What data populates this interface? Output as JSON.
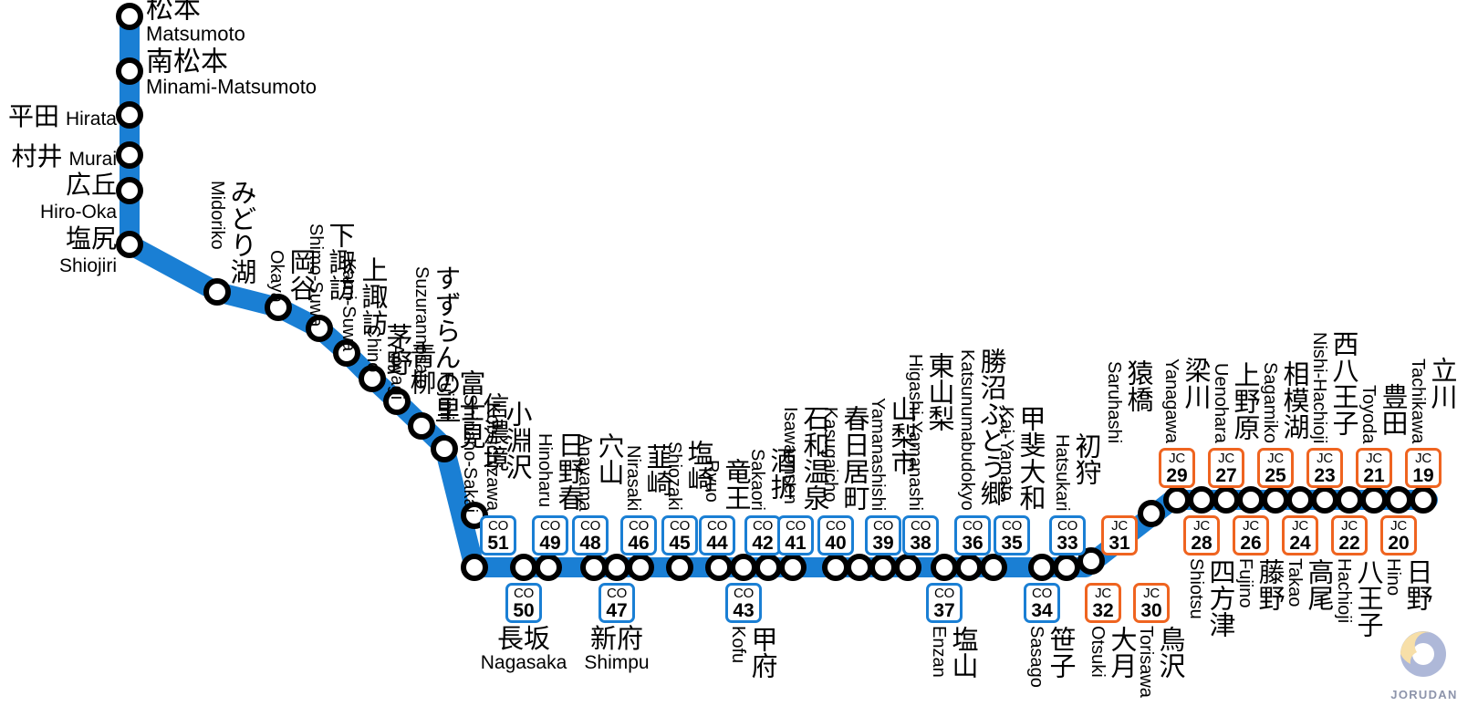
{
  "meta": {
    "line_color": "#1a7fd4",
    "co_badge_color": "#1a7fd4",
    "jc_badge_color": "#ef6420",
    "dot_color": "#000000",
    "background": "#ffffff",
    "watermark": "JORUDAN"
  },
  "trunk_stations": [
    {
      "ja": "松本",
      "en": "Matsumoto",
      "layout": "right-stack"
    },
    {
      "ja": "南松本",
      "en": "Minami-Matsumoto",
      "layout": "right-stack"
    },
    {
      "ja": "平田",
      "en": "Hirata",
      "layout": "left-inline"
    },
    {
      "ja": "村井",
      "en": "Murai",
      "layout": "left-inline"
    },
    {
      "ja": "広丘",
      "en": "Hiro-Oka",
      "layout": "left-stack"
    },
    {
      "ja": "塩尻",
      "en": "Shiojiri",
      "layout": "left-stack"
    }
  ],
  "diagonal_stations": [
    {
      "ja": "みどり湖",
      "en": "Midoriko"
    },
    {
      "ja": "岡谷",
      "en": "Okaya"
    },
    {
      "ja": "下諏訪",
      "en": "Shimo-Suwa"
    },
    {
      "ja": "上諏訪",
      "en": "Kami-Suwa"
    },
    {
      "ja": "茅野",
      "en": "Chino"
    },
    {
      "ja": "青柳",
      "en": "Aoyagi"
    },
    {
      "ja": "すずらんの里",
      "en": "Suzurannosato"
    },
    {
      "ja": "富士見",
      "en": "Fujimi"
    },
    {
      "ja": "信濃境",
      "en": "Shinano-Sakai"
    }
  ],
  "main_stations": [
    {
      "ja": "小淵沢",
      "en": "Kobuchizawa",
      "code": "51",
      "prefix": "CO",
      "side": "top"
    },
    {
      "ja": "長坂",
      "en": "Nagasaka",
      "code": "50",
      "prefix": "CO",
      "side": "bottom-h"
    },
    {
      "ja": "日野春",
      "en": "Hinoharu",
      "code": "49",
      "prefix": "CO",
      "side": "top"
    },
    {
      "ja": "穴山",
      "en": "Anayama",
      "code": "48",
      "prefix": "CO",
      "side": "top"
    },
    {
      "ja": "新府",
      "en": "Shimpu",
      "code": "47",
      "prefix": "CO",
      "side": "bottom-h"
    },
    {
      "ja": "韮崎",
      "en": "Nirasaki",
      "code": "46",
      "prefix": "CO",
      "side": "top"
    },
    {
      "ja": "塩崎",
      "en": "Shiozaki",
      "code": "45",
      "prefix": "CO",
      "side": "top"
    },
    {
      "ja": "竜王",
      "en": "Ryuo",
      "code": "44",
      "prefix": "CO",
      "side": "top"
    },
    {
      "ja": "甲府",
      "en": "Kofu",
      "code": "43",
      "prefix": "CO",
      "side": "bottom"
    },
    {
      "ja": "酒折",
      "en": "Sakaori",
      "code": "42",
      "prefix": "CO",
      "side": "top"
    },
    {
      "ja": "石和温泉",
      "en": "Isawaonsen",
      "code": "41",
      "prefix": "CO",
      "side": "top"
    },
    {
      "ja": "春日居町",
      "en": "Kasugaicho",
      "code": "40",
      "prefix": "CO",
      "side": "top"
    },
    {
      "ja": "山梨市",
      "en": "Yamanashishi",
      "code": "39",
      "prefix": "CO",
      "side": "top"
    },
    {
      "ja": "東山梨",
      "en": "Higashi-Yamanashi",
      "code": "38",
      "prefix": "CO",
      "side": "top"
    },
    {
      "ja": "塩山",
      "en": "Enzan",
      "code": "37",
      "prefix": "CO",
      "side": "bottom"
    },
    {
      "ja": "勝沼ぶどう郷",
      "en": "Katsunumabudokyo",
      "code": "36",
      "prefix": "CO",
      "side": "top"
    },
    {
      "ja": "甲斐大和",
      "en": "Kai-Yamato",
      "code": "35",
      "prefix": "CO",
      "side": "top"
    },
    {
      "ja": "笹子",
      "en": "Sasago",
      "code": "34",
      "prefix": "CO",
      "side": "bottom"
    },
    {
      "ja": "初狩",
      "en": "Hatsukari",
      "code": "33",
      "prefix": "CO",
      "side": "top"
    },
    {
      "ja": "大月",
      "en": "Otsuki",
      "code": "32",
      "prefix": "JC",
      "side": "bottom"
    },
    {
      "ja": "猿橋",
      "en": "Saruhashi",
      "code": "31",
      "prefix": "JC",
      "side": "top"
    },
    {
      "ja": "鳥沢",
      "en": "Torisawa",
      "code": "30",
      "prefix": "JC",
      "side": "bottom"
    },
    {
      "ja": "梁川",
      "en": "Yanagawa",
      "code": "29",
      "prefix": "JC",
      "side": "top"
    },
    {
      "ja": "四方津",
      "en": "Shiotsu",
      "code": "28",
      "prefix": "JC",
      "side": "bottom"
    },
    {
      "ja": "上野原",
      "en": "Uenohara",
      "code": "27",
      "prefix": "JC",
      "side": "top"
    },
    {
      "ja": "藤野",
      "en": "Fujino",
      "code": "26",
      "prefix": "JC",
      "side": "bottom"
    },
    {
      "ja": "相模湖",
      "en": "Sagamiko",
      "code": "25",
      "prefix": "JC",
      "side": "top"
    },
    {
      "ja": "高尾",
      "en": "Takao",
      "code": "24",
      "prefix": "JC",
      "side": "bottom"
    },
    {
      "ja": "西八王子",
      "en": "Nishi-Hachioji",
      "code": "23",
      "prefix": "JC",
      "side": "top"
    },
    {
      "ja": "八王子",
      "en": "Hachioji",
      "code": "22",
      "prefix": "JC",
      "side": "bottom"
    },
    {
      "ja": "豊田",
      "en": "Toyoda",
      "code": "21",
      "prefix": "JC",
      "side": "top"
    },
    {
      "ja": "日野",
      "en": "Hino",
      "code": "20",
      "prefix": "JC",
      "side": "bottom"
    },
    {
      "ja": "立川",
      "en": "Tachikawa",
      "code": "19",
      "prefix": "JC",
      "side": "top"
    }
  ]
}
